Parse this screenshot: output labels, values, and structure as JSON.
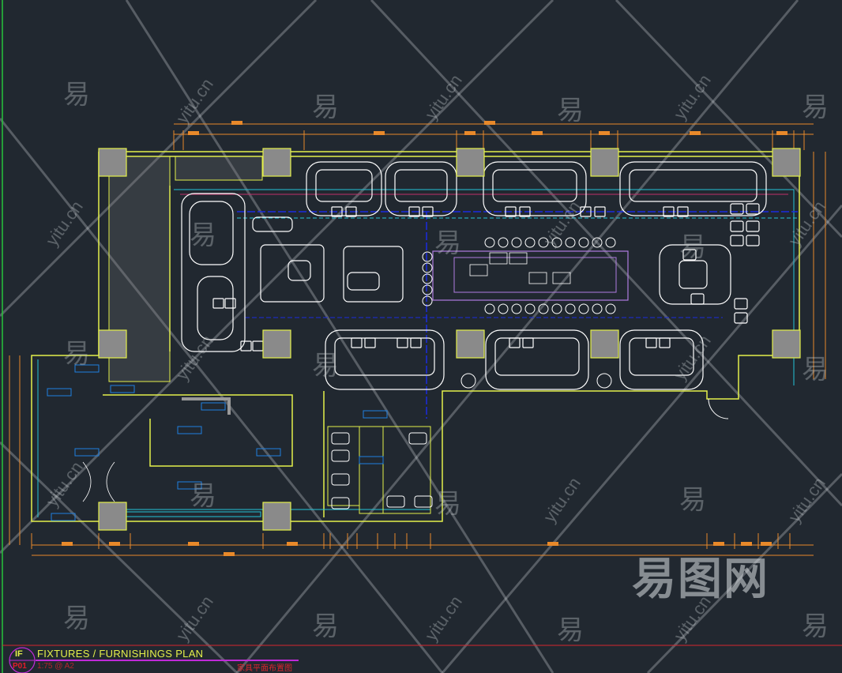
{
  "drawing": {
    "title": "FIXTURES / FURNISHINGS   PLAN",
    "scale": "1:75 @ A2",
    "title_cn": "家具平面布置图",
    "sheet_mark": "IF",
    "sheet_number": "P01"
  },
  "colors": {
    "background": "#212830",
    "wall": "#e4f04a",
    "column": "#8a8a8a",
    "furniture": "#ffffff",
    "dimension": "#e8892a",
    "ceiling_line": "#1a2be0",
    "aux": "#22c4d8",
    "accent": "#b07ce0",
    "title_red": "#d8262e"
  },
  "watermark": {
    "glyph": "易",
    "url": "yitu.cn",
    "brand": "易图网"
  }
}
